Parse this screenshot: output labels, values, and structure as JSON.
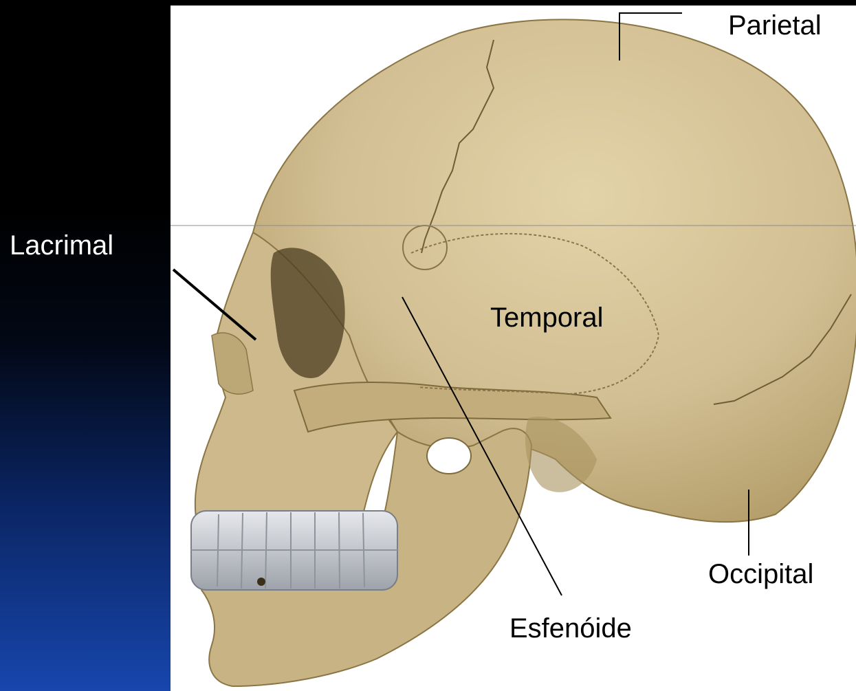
{
  "labels": {
    "lacrimal": "Lacrimal",
    "parietal": "Parietal",
    "temporal": "Temporal",
    "occipital": "Occipital",
    "esfenoide": "Esfenóide"
  },
  "colors": {
    "bone": "#d2bf93",
    "bone_shadow": "#a8935f",
    "bone_dark": "#6f5d33",
    "teeth": "#c9ccd2",
    "panel_top": "#000000",
    "panel_bottom": "#1746ad"
  }
}
